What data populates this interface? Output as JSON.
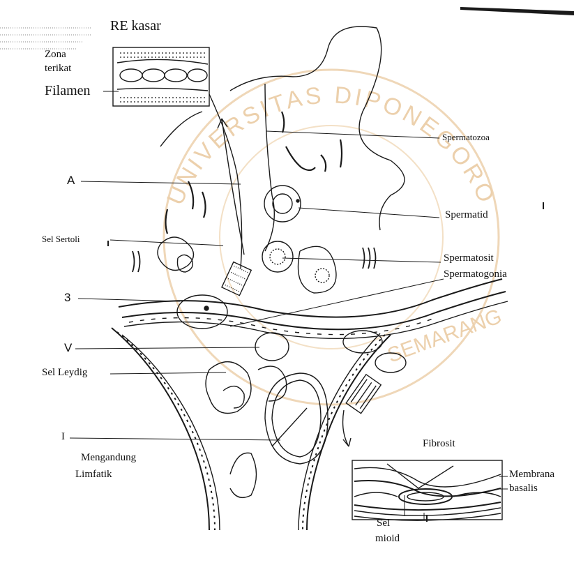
{
  "labels": {
    "re_kasar": "RE kasar",
    "zona_terikat_1": "Zona",
    "zona_terikat_2": "terikat",
    "filamen": "Filamen",
    "spermatozoa": "Spermatozoa",
    "a": "A",
    "spermatid": "Spermatid",
    "sel_sertoli": "Sel Sertoli",
    "spermatosit": "Spermatosit",
    "spermatogonia": "Spermatogonia",
    "three": "3",
    "v": "V",
    "sel_leydig": "Sel Leydig",
    "i": "I",
    "mengandung": "Mengandung",
    "limfatik": "Limfatik",
    "fibrosit": "Fibrosit",
    "membrana": "Membrana",
    "basalis": "basalis",
    "sel": "Sel",
    "mioid": "mioid"
  },
  "watermark": {
    "text_top": "UNIVERSITAS DIPONEGORO",
    "text_bottom": "SEMARANG",
    "color": "#e9c8a0"
  },
  "colors": {
    "line": "#1a1a1a",
    "paper": "#ffffff"
  }
}
